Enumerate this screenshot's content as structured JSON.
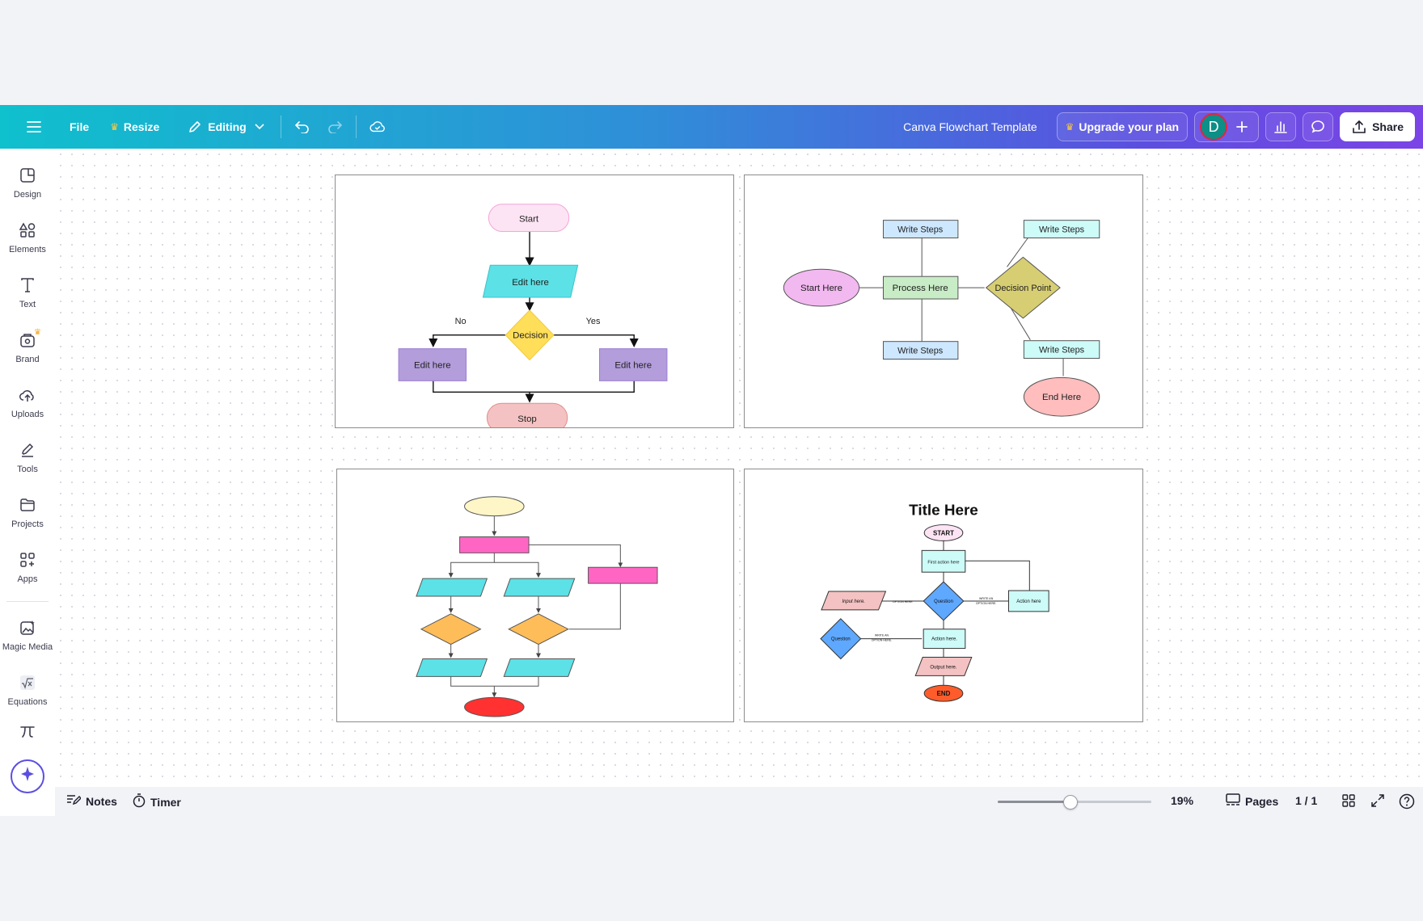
{
  "topbar": {
    "file_label": "File",
    "resize_label": "Resize",
    "editing_label": "Editing",
    "doc_title": "Canva Flowchart Template",
    "upgrade_label": "Upgrade your plan",
    "avatar_initial": "D",
    "share_label": "Share"
  },
  "sidebar": {
    "items": [
      {
        "label": "Design",
        "icon": "design-icon"
      },
      {
        "label": "Elements",
        "icon": "elements-icon"
      },
      {
        "label": "Text",
        "icon": "text-icon"
      },
      {
        "label": "Brand",
        "icon": "brand-icon"
      },
      {
        "label": "Uploads",
        "icon": "uploads-icon"
      },
      {
        "label": "Tools",
        "icon": "tools-icon"
      },
      {
        "label": "Projects",
        "icon": "projects-icon"
      },
      {
        "label": "Apps",
        "icon": "apps-icon"
      },
      {
        "label": "Magic Media",
        "icon": "magic-media-icon"
      },
      {
        "label": "Equations",
        "icon": "equations-icon"
      }
    ]
  },
  "pages": {
    "flow1": {
      "start": "Start",
      "edit_top": "Edit here",
      "decision": "Decision",
      "no": "No",
      "yes": "Yes",
      "edit_left": "Edit here",
      "edit_right": "Edit here",
      "stop": "Stop"
    },
    "flow2": {
      "start": "Start Here",
      "process": "Process Here",
      "decision": "Decision Point",
      "write_top": "Write Steps",
      "write_bottom": "Write Steps",
      "write_top_right": "Write Steps",
      "write_bottom_right": "Write Steps",
      "end": "End Here"
    },
    "flow4": {
      "title": "Title Here",
      "start": "START",
      "first_action": "First action here",
      "input": "Input here.",
      "option_left": "OPTION HERE",
      "question1": "Question",
      "option_right_1": "WRITE AN",
      "option_right_2": "OPTION HERE.",
      "action_right": "Action here",
      "question2": "Question",
      "option_mid_1": "WRITE AN",
      "option_mid_2": "OPTION HERE.",
      "action_mid": "Action here.",
      "output": "Output here.",
      "end": "END"
    }
  },
  "bottombar": {
    "notes_label": "Notes",
    "timer_label": "Timer",
    "zoom_value": "19%",
    "zoom_fraction": 0.19,
    "pages_label": "Pages",
    "page_count": "1 / 1"
  }
}
